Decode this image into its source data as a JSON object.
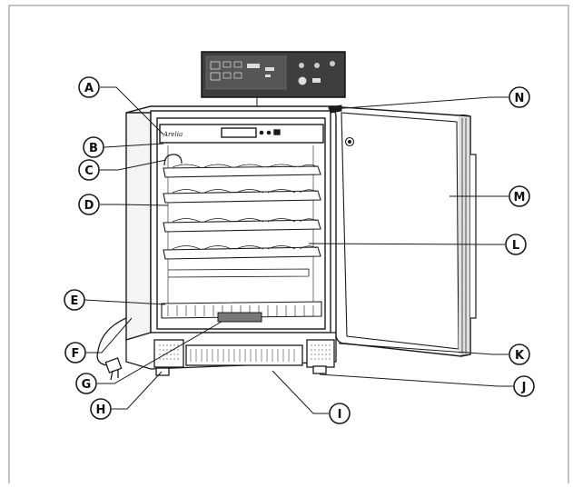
{
  "appliance": {
    "brand": "Arelia"
  },
  "callouts": [
    {
      "id": "A",
      "label": "A"
    },
    {
      "id": "B",
      "label": "B"
    },
    {
      "id": "C",
      "label": "C"
    },
    {
      "id": "D",
      "label": "D"
    },
    {
      "id": "E",
      "label": "E"
    },
    {
      "id": "F",
      "label": "F"
    },
    {
      "id": "G",
      "label": "G"
    },
    {
      "id": "H",
      "label": "H"
    },
    {
      "id": "I",
      "label": "I"
    },
    {
      "id": "J",
      "label": "J"
    },
    {
      "id": "K",
      "label": "K"
    },
    {
      "id": "L",
      "label": "L"
    },
    {
      "id": "M",
      "label": "M"
    },
    {
      "id": "N",
      "label": "N"
    }
  ],
  "colors": {
    "line": "#1a1a1a",
    "panel": "#4a4a4a",
    "door_edge": "#2b2b2b"
  }
}
